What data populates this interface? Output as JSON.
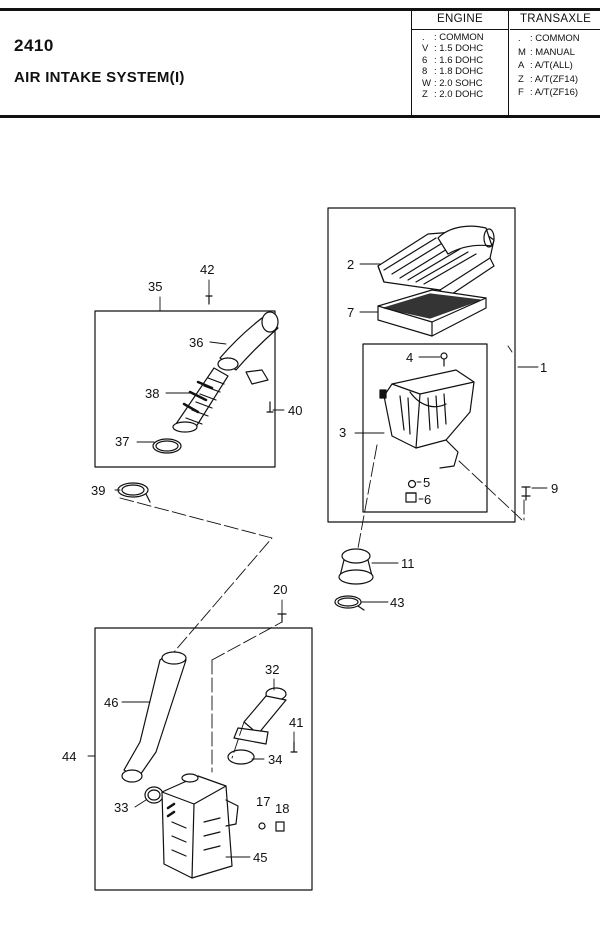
{
  "header": {
    "code": "2410",
    "title": "AIR INTAKE SYSTEM(I)",
    "engine_heading": "ENGINE",
    "transaxle_heading": "TRANSAXLE",
    "engine_codes": [
      {
        "code": ".",
        "label": ": COMMON"
      },
      {
        "code": "V",
        "label": ": 1.5 DOHC"
      },
      {
        "code": "6",
        "label": ": 1.6 DOHC"
      },
      {
        "code": "8",
        "label": ": 1.8 DOHC"
      },
      {
        "code": "W",
        "label": ": 2.0 SOHC"
      },
      {
        "code": "Z",
        "label": ": 2.0 DOHC"
      }
    ],
    "transaxle_codes": [
      {
        "code": ".",
        "label": ": COMMON"
      },
      {
        "code": "M",
        "label": ": MANUAL"
      },
      {
        "code": "A",
        "label": ": A/T(ALL)"
      },
      {
        "code": "Z",
        "label": ": A/T(ZF14)"
      },
      {
        "code": "F",
        "label": ": A/T(ZF16)"
      }
    ]
  },
  "parts": {
    "p1": "1",
    "p2": "2",
    "p3": "3",
    "p4": "4",
    "p5": "5",
    "p6": "6",
    "p7": "7",
    "p9": "9",
    "p11": "11",
    "p17": "17",
    "p18": "18",
    "p20": "20",
    "p32": "32",
    "p33": "33",
    "p34": "34",
    "p35": "35",
    "p36": "36",
    "p37": "37",
    "p38": "38",
    "p39": "39",
    "p40": "40",
    "p41": "41",
    "p42": "42",
    "p43": "43",
    "p44": "44",
    "p45": "45",
    "p46": "46"
  }
}
